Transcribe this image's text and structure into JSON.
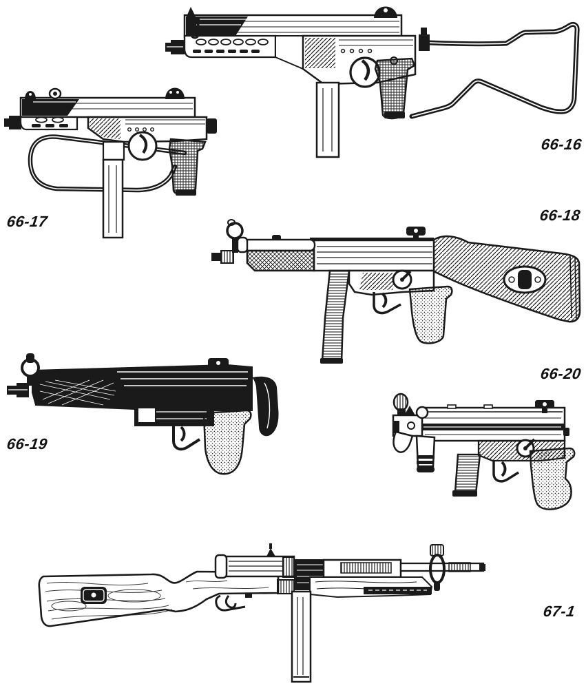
{
  "page": {
    "type": "illustrated reference plate",
    "paper_color": "#ffffff",
    "ink_color": "#1a1a1a"
  },
  "figures": [
    {
      "label": "66-16",
      "subject": "submachine-gun-wire-stock-extended"
    },
    {
      "label": "66-17",
      "subject": "submachine-gun-wire-stock-folded"
    },
    {
      "label": "66-18",
      "subject": "submachine-gun-fixed-buttstock"
    },
    {
      "label": "66-19",
      "subject": "submachine-gun-stock-collapsed-no-magazine"
    },
    {
      "label": "66-20",
      "subject": "machine-pistol-vertical-foregrip"
    },
    {
      "label": "67-1",
      "subject": "submachine-gun-wooden-rifle-stock"
    }
  ]
}
